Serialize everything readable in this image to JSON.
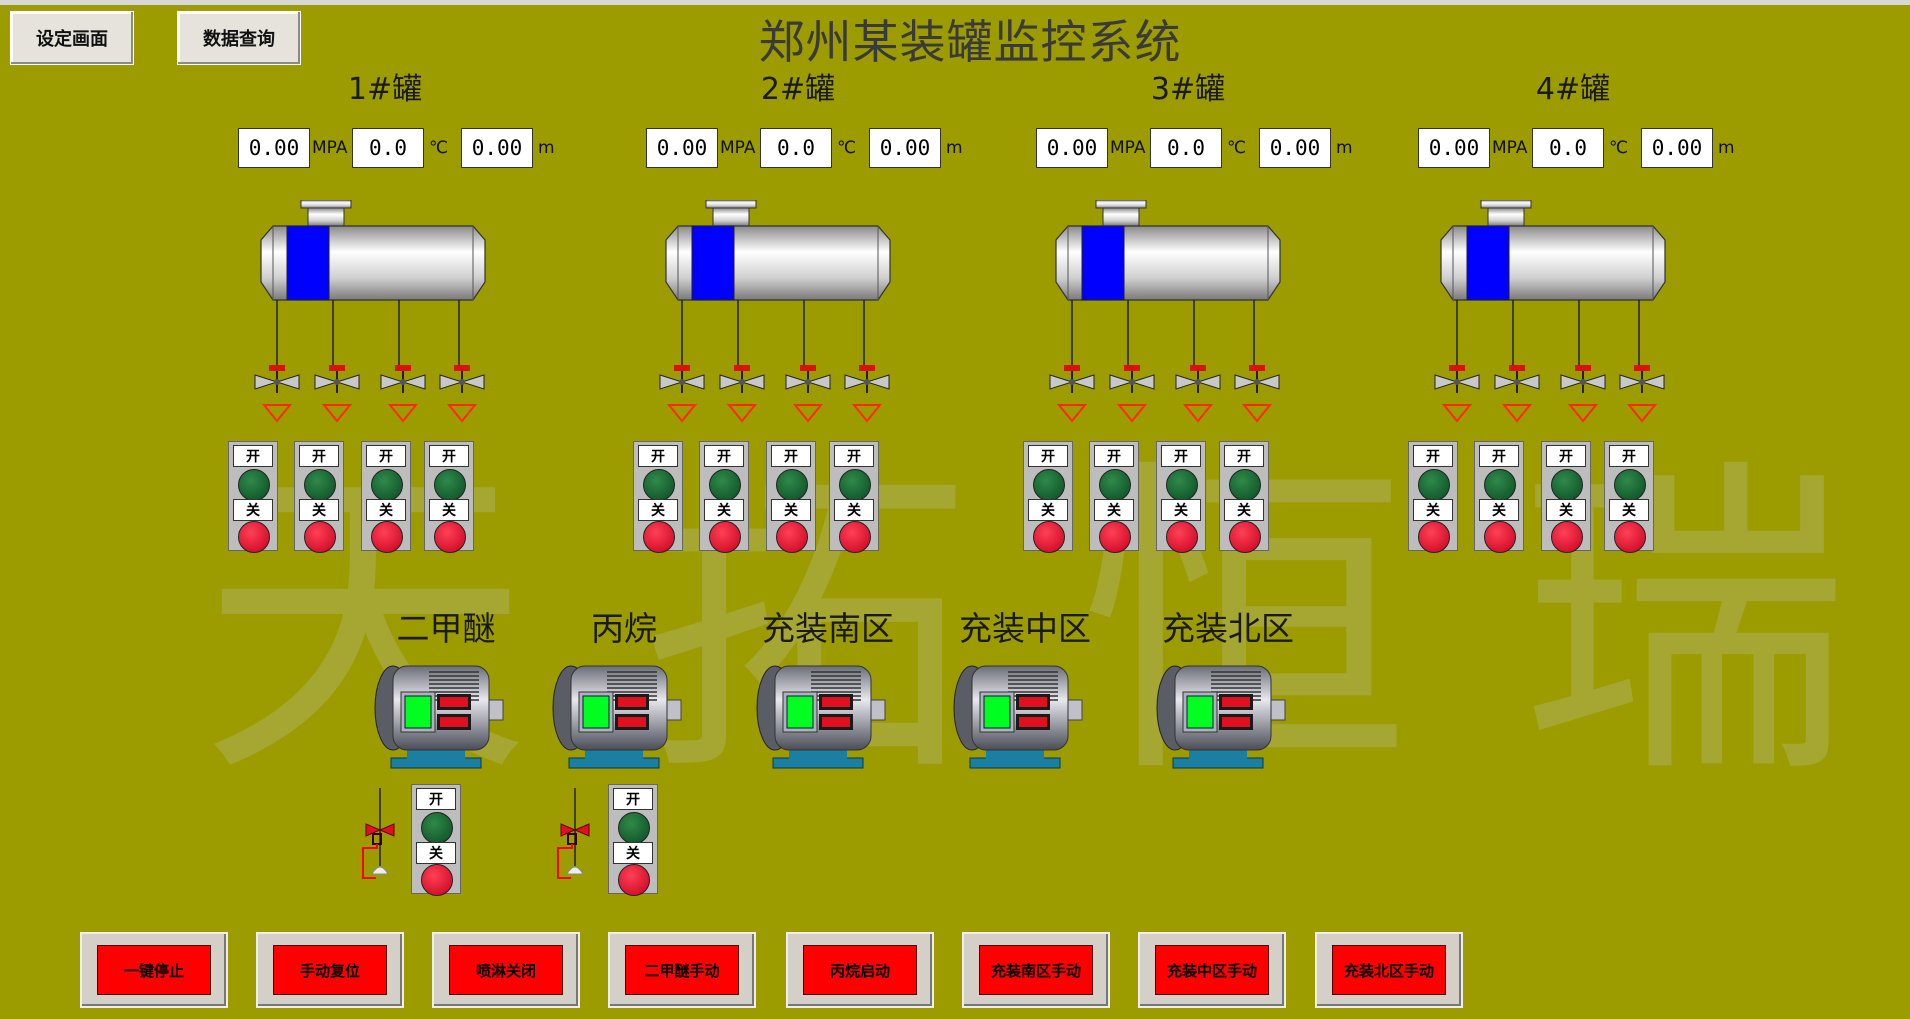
{
  "header": {
    "title": "郑州某装罐监控系统",
    "nav": {
      "settings_label": "设定画面",
      "query_label": "数据查询"
    }
  },
  "watermark": "天拓恒瑞",
  "units": {
    "pressure": "MPA",
    "temperature": "℃",
    "level": "m"
  },
  "switch_labels": {
    "on": "开",
    "off": "关"
  },
  "tanks": [
    {
      "name": "1#罐",
      "pressure": "0.00",
      "temperature": "0.0",
      "level": "0.00"
    },
    {
      "name": "2#罐",
      "pressure": "0.00",
      "temperature": "0.0",
      "level": "0.00"
    },
    {
      "name": "3#罐",
      "pressure": "0.00",
      "temperature": "0.0",
      "level": "0.00"
    },
    {
      "name": "4#罐",
      "pressure": "0.00",
      "temperature": "0.0",
      "level": "0.00"
    }
  ],
  "motors": [
    {
      "name": "二甲醚"
    },
    {
      "name": "丙烷"
    },
    {
      "name": "充装南区"
    },
    {
      "name": "充装中区"
    },
    {
      "name": "充装北区"
    }
  ],
  "controls": [
    "一键停止",
    "手动复位",
    "喷淋关闭",
    "二甲醚手动",
    "丙烷启动",
    "充装南区手动",
    "充装中区手动",
    "充装北区手动"
  ],
  "colors": {
    "background": "#9c9c00",
    "tank_band": "#0000ff",
    "lamp_on": "#0a5a2a",
    "lamp_off": "#ff1f3a",
    "button_red": "#ff0000"
  }
}
